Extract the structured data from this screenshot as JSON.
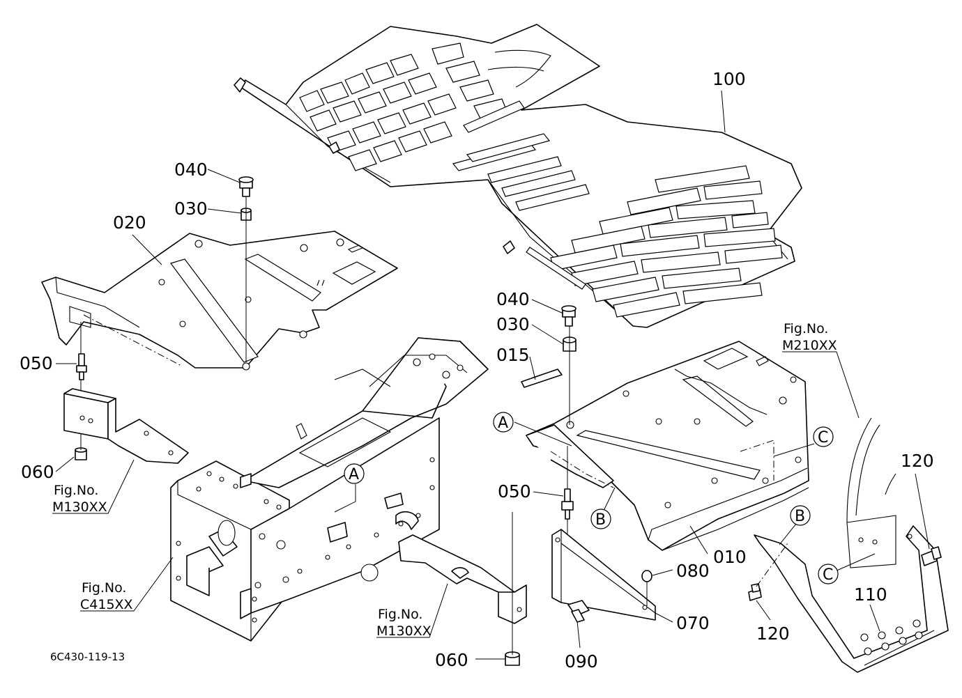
{
  "drawing_code": "6C430-119-13",
  "part_labels": {
    "p100": "100",
    "p040a": "040",
    "p030a": "030",
    "p020": "020",
    "p050a": "050",
    "p060a": "060",
    "p040b": "040",
    "p030b": "030",
    "p015": "015",
    "p050b": "050",
    "p010": "010",
    "p080": "080",
    "p070": "070",
    "p090": "090",
    "p060b": "060",
    "p120a": "120",
    "p120b": "120",
    "p110": "110"
  },
  "ref_markers": {
    "a1": "A",
    "a2": "A",
    "b1": "B",
    "b2": "B",
    "c1": "C",
    "c2": "C"
  },
  "fig_refs": {
    "m210_title": "Fig.No.",
    "m210_code": "M210XX",
    "m130a_title": "Fig.No.",
    "m130a_code": "M130XX",
    "c415_title": "Fig.No.",
    "c415_code": "C415XX",
    "m130b_title": "Fig.No.",
    "m130b_code": "M130XX"
  }
}
